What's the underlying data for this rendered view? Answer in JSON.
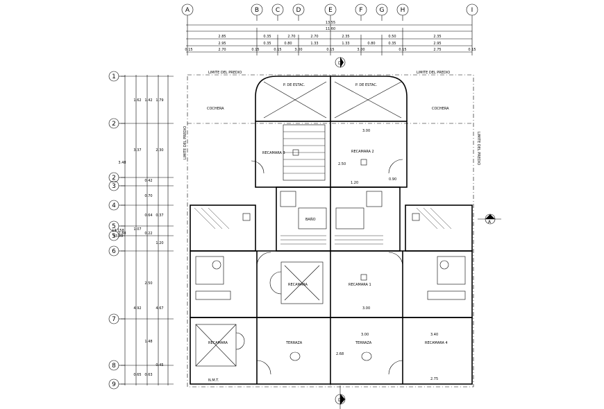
{
  "axes_top": [
    "A",
    "B",
    "C",
    "D",
    "E",
    "F",
    "G",
    "H",
    "I"
  ],
  "axes_left": [
    "1",
    "2",
    "2",
    "3",
    "4",
    "5",
    "5",
    "6",
    "7",
    "8",
    "9"
  ],
  "top_dims": {
    "total": "13.55",
    "overall": "11.60",
    "row1": [
      "2.85",
      "0.35",
      "2.70",
      "2.70",
      "2.35",
      "0.50",
      "2.35"
    ],
    "row2": [
      "2.95",
      "0.35",
      "0.80",
      "1.33",
      "1.33",
      "0.80",
      "0.35",
      "2.95"
    ],
    "row3": [
      "0.15",
      "2.70",
      "0.15",
      "0.15",
      "3.00",
      "0.15",
      "3.00",
      "0.15",
      "2.75",
      "0.15"
    ]
  },
  "left_dims": [
    "1.62",
    "1.42",
    "1.79",
    "3.37",
    "2.30",
    "3.48",
    "0.42",
    "0.70",
    "0.64",
    "0.37",
    "1.07",
    "0.22",
    "1.20",
    "0.88",
    "2.50",
    "4.92",
    "4.67",
    "1.48",
    "0.65",
    "0.63",
    "0.45",
    "13.158",
    "43.89"
  ],
  "room_labels": {
    "limite_top_left": "LIMITE DEL PREDIO",
    "limite_top_right": "LIMITE DEL PREDIO",
    "limite_side_left": "LIMITE DEL PREDIO",
    "limite_side_right": "LIMITE DEL PREDIO",
    "p_estac_left": "P. DE ESTAC.",
    "p_estac_right": "P. DE ESTAC.",
    "cochera_left": "COCHERA",
    "cochera_right": "COCHERA",
    "recamara_2": "RECAMARA 2",
    "recamara_3": "RECAMARA 3",
    "recamara_1": "RECAMARA 1",
    "recamara_4": "RECAMARA 4",
    "recamara_main": "RECAMARA",
    "terraza_left": "TERRAZA",
    "terraza_right": "TERRAZA",
    "baño": "BAÑO",
    "nmt": "N.M.T."
  },
  "room_dims": {
    "rec2_w": "3.00",
    "rec2_h": "2.50",
    "hall_w": "1.20",
    "hall_r": "0.90",
    "rec1_w": "3.00",
    "ter_w": "3.00",
    "ter_h": "2.68",
    "rec4_w": "2.75",
    "rec4_h": "3.40"
  },
  "markers": {
    "north": "D",
    "section_right": "A",
    "section_bottom": "D"
  },
  "colors": {
    "line": "#000000",
    "bg": "#ffffff"
  }
}
